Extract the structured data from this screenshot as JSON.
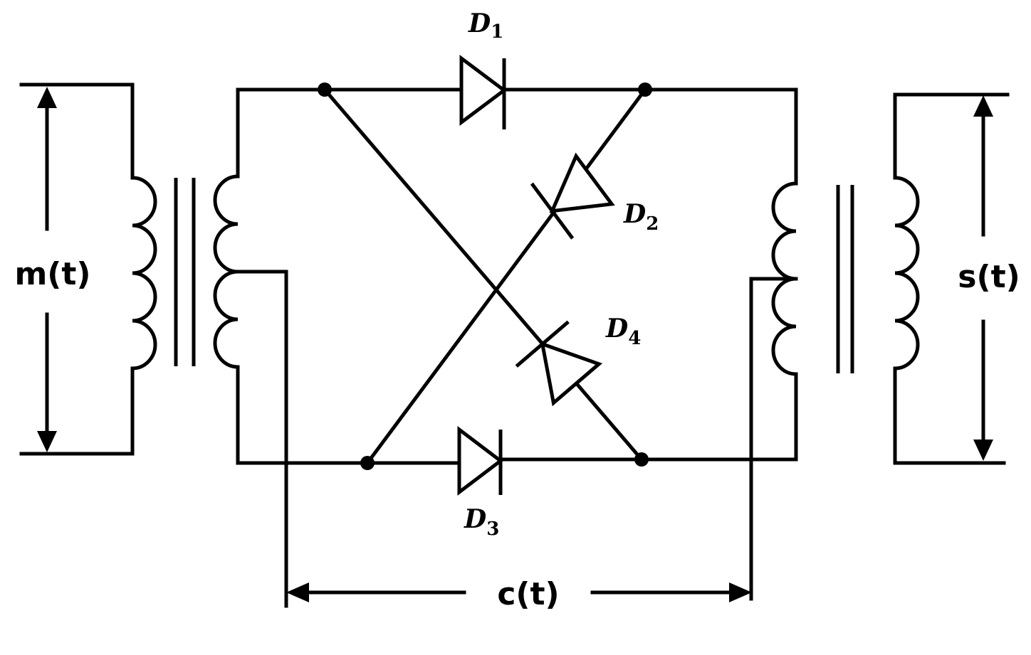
{
  "diagram": {
    "signals": {
      "input": "m(t)",
      "output": "s(t)",
      "carrier": "c(t)"
    },
    "diodes": [
      {
        "id": "d1",
        "letter": "D",
        "index": "1"
      },
      {
        "id": "d2",
        "letter": "D",
        "index": "2"
      },
      {
        "id": "d3",
        "letter": "D",
        "index": "3"
      },
      {
        "id": "d4",
        "letter": "D",
        "index": "4"
      }
    ]
  }
}
